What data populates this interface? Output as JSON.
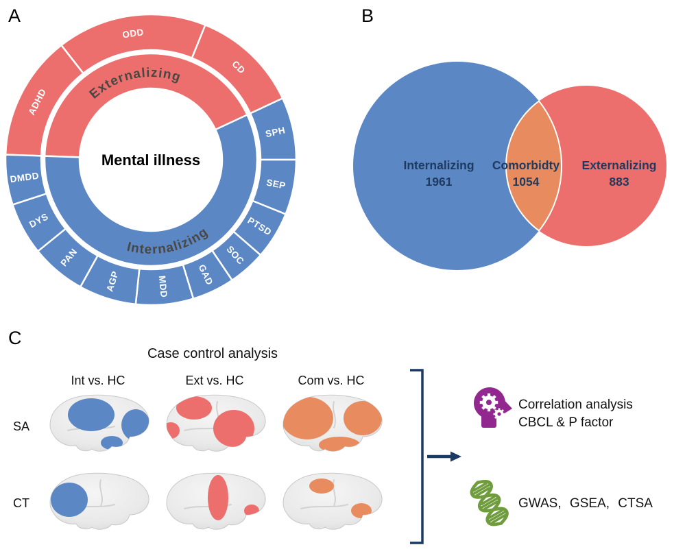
{
  "panel_letters": {
    "a": "A",
    "b": "B",
    "c": "C"
  },
  "colors": {
    "internalizing_blue": "#5b87c5",
    "externalizing_red": "#ec6f6e",
    "comorbidity_orange": "#e88c5f",
    "accent_navy": "#1b3a63",
    "purple_icon": "#92278f",
    "green_icon": "#6f9c3d",
    "group_label_gray": "#4a4742"
  },
  "chart_data": [
    {
      "type": "sunburst",
      "panel": "A",
      "center_label": "Mental illness",
      "angle_convention": "degrees clockwise from 12 o'clock",
      "groups": [
        {
          "name": "Externalizing",
          "color": "#ec6f6e",
          "start_deg": 272,
          "end_deg": 425,
          "children": [
            {
              "label": "ADHD",
              "span_deg": 50
            },
            {
              "label": "ODD",
              "span_deg": 60
            },
            {
              "label": "CD",
              "span_deg": 43
            }
          ]
        },
        {
          "name": "Internalizing",
          "color": "#5b87c5",
          "start_deg": 65,
          "end_deg": 272,
          "children": [
            {
              "label": "SPH",
              "span_deg": 25
            },
            {
              "label": "SEP",
              "span_deg": 22
            },
            {
              "label": "PTSD",
              "span_deg": 19
            },
            {
              "label": "SOC",
              "span_deg": 15
            },
            {
              "label": "GAD",
              "span_deg": 17
            },
            {
              "label": "MDD",
              "span_deg": 23
            },
            {
              "label": "AGP",
              "span_deg": 23
            },
            {
              "label": "PAN",
              "span_deg": 22
            },
            {
              "label": "DYS",
              "span_deg": 21
            },
            {
              "label": "DMDD",
              "span_deg": 20
            }
          ]
        }
      ]
    },
    {
      "type": "venn",
      "panel": "B",
      "sets": [
        {
          "label": "Internalizing",
          "value": 1961,
          "color": "#5b87c5"
        },
        {
          "label": "Externalizing",
          "value": 883,
          "color": "#ec6f6e"
        }
      ],
      "overlap": {
        "label": "Comorbidty",
        "value": 1054,
        "color": "#e88c5f"
      }
    }
  ],
  "panel_c": {
    "title": "Case control analysis",
    "col_headers": [
      "Int vs. HC",
      "Ext vs. HC",
      "Com vs. HC"
    ],
    "row_labels": [
      "SA",
      "CT"
    ],
    "cells": [
      {
        "row": "SA",
        "comparison": "Int vs. HC",
        "color": "#5b87c5"
      },
      {
        "row": "SA",
        "comparison": "Ext vs. HC",
        "color": "#ec6f6e"
      },
      {
        "row": "SA",
        "comparison": "Com vs. HC",
        "color": "#e88c5f"
      },
      {
        "row": "CT",
        "comparison": "Int vs. HC",
        "color": "#5b87c5"
      },
      {
        "row": "CT",
        "comparison": "Ext vs. HC",
        "color": "#ec6f6e"
      },
      {
        "row": "CT",
        "comparison": "Com vs. HC",
        "color": "#e88c5f"
      }
    ],
    "annotations": {
      "correlation_line1": "Correlation analysis",
      "correlation_line2": "CBCL & P factor",
      "genetics_line": "GWAS, GSEA, CTSA"
    }
  }
}
